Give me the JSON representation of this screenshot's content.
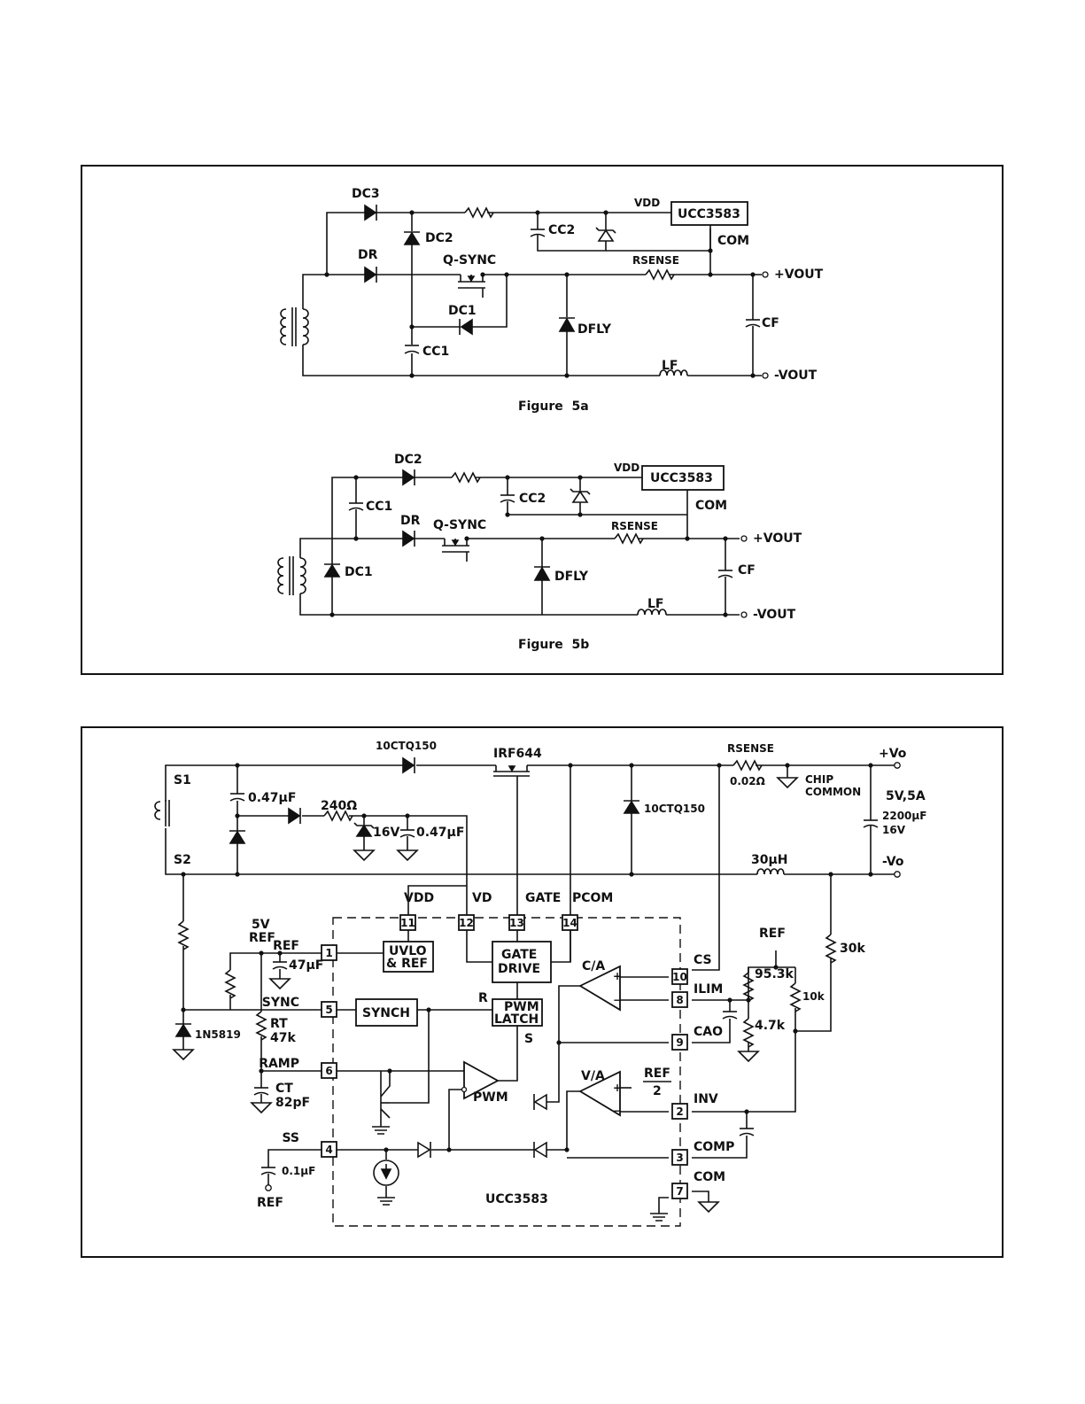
{
  "figure_5a": {
    "caption": "Figure  5a",
    "labels": {
      "dc3": "DC3",
      "dc2": "DC2",
      "dr": "DR",
      "q_sync": "Q-SYNC",
      "dc1": "DC1",
      "cc1": "CC1",
      "cc2": "CC2",
      "dfly": "DFLY",
      "lf": "LF",
      "cf": "CF",
      "rsense": "RSENSE",
      "vdd": "VDD",
      "com": "COM",
      "ic": "UCC3583",
      "vout_pos": "+VOUT",
      "vout_neg": "-VOUT"
    }
  },
  "figure_5b": {
    "caption": "Figure  5b",
    "labels": {
      "dc2": "DC2",
      "cc1": "CC1",
      "dr": "DR",
      "q_sync": "Q-SYNC",
      "dc1": "DC1",
      "cc2": "CC2",
      "dfly": "DFLY",
      "lf": "LF",
      "cf": "CF",
      "rsense": "RSENSE",
      "vdd": "VDD",
      "com": "COM",
      "ic": "UCC3583",
      "vout_pos": "+VOUT",
      "vout_neg": "-VOUT"
    }
  },
  "schematic": {
    "ic_name": "UCC3583",
    "parts": {
      "diode_top": "10CTQ150",
      "fet": "IRF644",
      "rsense_name": "RSENSE",
      "rsense_val": "0.02Ω",
      "chip_common_1": "CHIP",
      "chip_common_2": "COMMON",
      "vo_pos": "+Vo",
      "vo_neg": "-Vo",
      "load_spec": "5V,5A",
      "cout_1": "2200µF",
      "cout_2": "16V",
      "s1": "S1",
      "s2": "S2",
      "cap047_a": "0.47µF",
      "r240": "240Ω",
      "zener": "16V",
      "cap047_b": "0.47µF",
      "diode_fly": "10CTQ150",
      "inductor": "30µH",
      "r30k": "30k",
      "ref5v_1": "5V",
      "ref5v_2": "REF",
      "cap47": "47µF",
      "d1n5819": "1N5819",
      "rt_1": "RT",
      "rt_2": "47k",
      "ct_1": "CT",
      "ct_2": "82pF",
      "cap01": "0.1µF",
      "ref_bottom": "REF",
      "ref_right": "REF",
      "r953k": "95.3k",
      "r47k": "4.7k",
      "r10k": "10k"
    },
    "pins": [
      {
        "num": "1",
        "name": "REF"
      },
      {
        "num": "5",
        "name": "SYNC"
      },
      {
        "num": "6",
        "name": "RAMP"
      },
      {
        "num": "4",
        "name": "SS"
      },
      {
        "num": "11",
        "name": "VDD"
      },
      {
        "num": "12",
        "name": "VD"
      },
      {
        "num": "13",
        "name": "GATE"
      },
      {
        "num": "14",
        "name": "PCOM"
      },
      {
        "num": "10",
        "name": "CS"
      },
      {
        "num": "8",
        "name": "ILIM"
      },
      {
        "num": "9",
        "name": "CAO"
      },
      {
        "num": "2",
        "name": "INV"
      },
      {
        "num": "3",
        "name": "COMP"
      },
      {
        "num": "7",
        "name": "COM"
      }
    ],
    "blocks": {
      "uvlo_1": "UVLO",
      "uvlo_2": "& REF",
      "synch": "SYNCH",
      "gate_1": "GATE",
      "gate_2": "DRIVE",
      "pwm_1": "PWM",
      "pwm_2": "LATCH",
      "latch_r": "R",
      "latch_s": "S",
      "pwm_comp": "PWM",
      "ca": "C/A",
      "va": "V/A",
      "ref2_top": "REF",
      "ref2_bot": "2"
    }
  }
}
